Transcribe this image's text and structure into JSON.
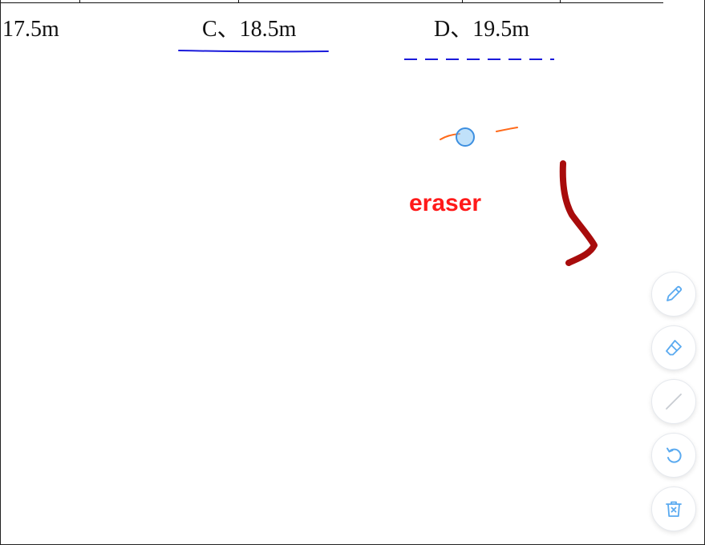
{
  "document": {
    "options": [
      {
        "id": "B",
        "text": "17.5m"
      },
      {
        "id": "C",
        "text": "C、18.5m"
      },
      {
        "id": "D",
        "text": "D、19.5m"
      }
    ]
  },
  "annotation": {
    "label": "eraser",
    "color": "#ff1a1a"
  },
  "ink_colors": {
    "underline_solid": "#1a1adb",
    "underline_dashed": "#1a1adb",
    "strokes_erased": "#ff6a1a",
    "bracket": "#a80c0c"
  },
  "cursor": {
    "icon": "eraser-cursor-icon",
    "color": "#3d8fe0"
  },
  "toolbar": {
    "accent_color": "#5aaaf0",
    "tools": [
      {
        "name": "pen",
        "icon": "pencil-icon"
      },
      {
        "name": "eraser",
        "icon": "eraser-icon"
      },
      {
        "name": "line",
        "icon": "line-icon"
      },
      {
        "name": "undo",
        "icon": "undo-icon"
      },
      {
        "name": "clear",
        "icon": "trash-icon"
      }
    ]
  }
}
